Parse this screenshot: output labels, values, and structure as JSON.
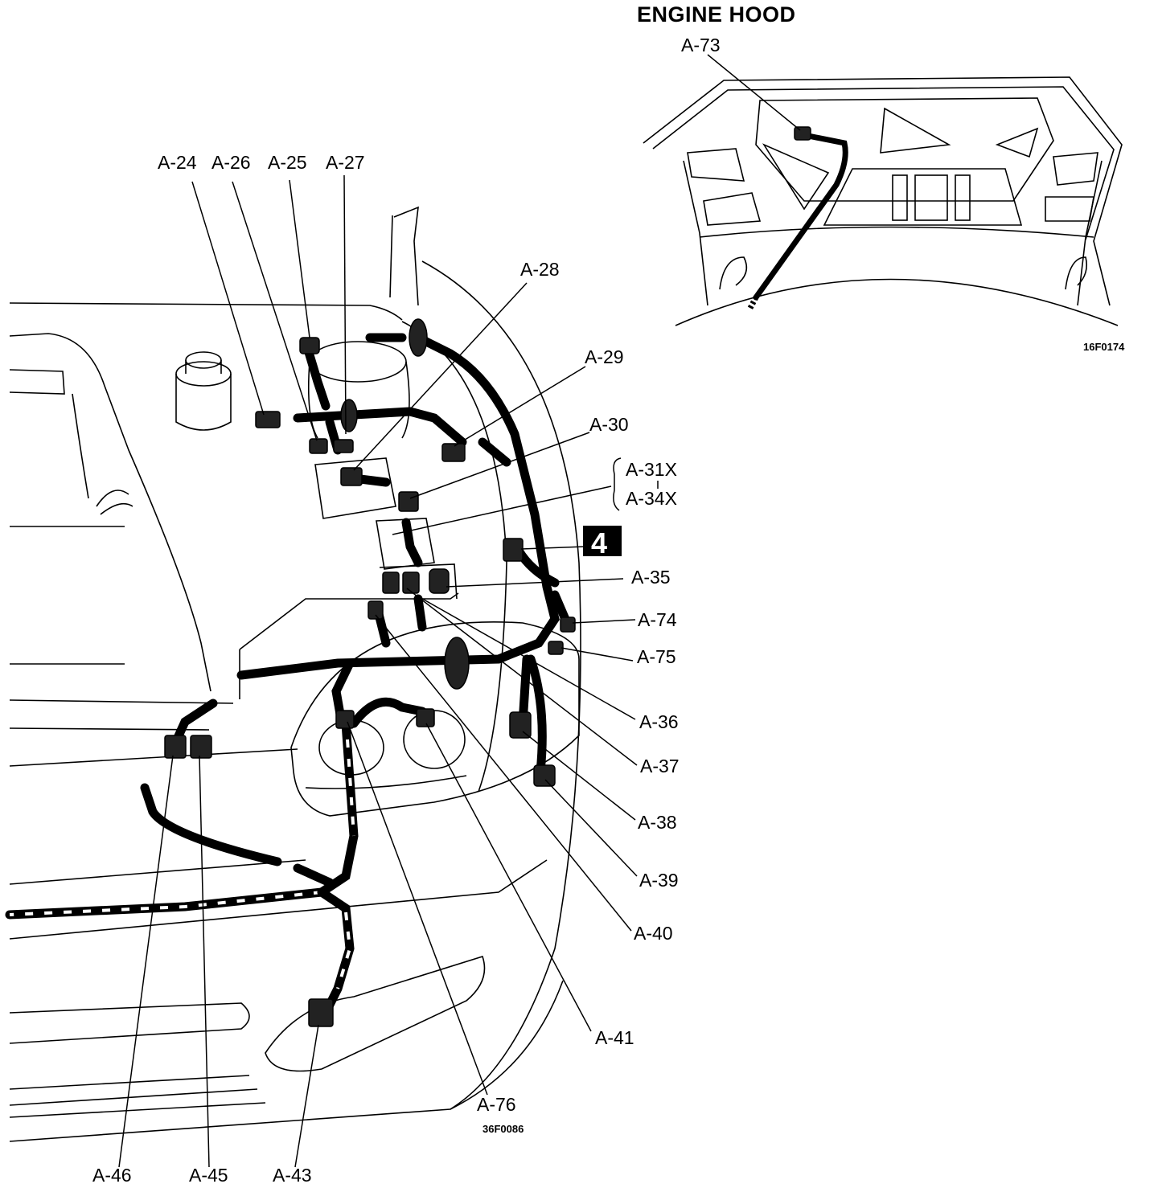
{
  "title": "ENGINE HOOD",
  "codes": {
    "hood": "16F0174",
    "main": "36F0086"
  },
  "badge": "4",
  "labels": {
    "a73": "A-73",
    "a24": "A-24",
    "a26": "A-26",
    "a25": "A-25",
    "a27": "A-27",
    "a28": "A-28",
    "a29": "A-29",
    "a30": "A-30",
    "a31x": "A-31X",
    "a34x": "A-34X",
    "a35": "A-35",
    "a74": "A-74",
    "a75": "A-75",
    "a36": "A-36",
    "a37": "A-37",
    "a38": "A-38",
    "a39": "A-39",
    "a40": "A-40",
    "a41": "A-41",
    "a76": "A-76",
    "a46": "A-46",
    "a45": "A-45",
    "a43": "A-43"
  }
}
